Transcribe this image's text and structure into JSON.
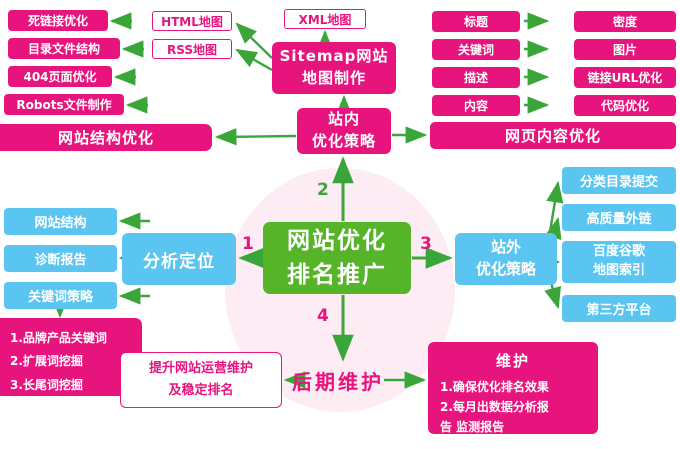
{
  "colors": {
    "magenta": "#e8147e",
    "green": "#55b427",
    "arrow_green": "#3aa63a",
    "sky_blue": "#5bc5f2",
    "halo_pink": "#fdecf3"
  },
  "center": {
    "line1": "网站优化",
    "line2": "排名推广"
  },
  "branch_numbers": {
    "one": "1",
    "two": "2",
    "three": "3",
    "four": "4"
  },
  "site_structure": {
    "items": [
      "死链接优化",
      "目录文件结构",
      "404页面优化",
      "Robots文件制作"
    ],
    "summary": "网站结构优化"
  },
  "sitemap": {
    "html_map": "HTML地图",
    "rss_map": "RSS地图",
    "xml_map": "XML地图",
    "title_line1": "Sitemap网站",
    "title_line2": "地图制作"
  },
  "onsite": {
    "line1": "站内",
    "line2": "优化策略"
  },
  "page_content": {
    "col1": [
      "标题",
      "关键词",
      "描述",
      "内容"
    ],
    "col2": [
      "密度",
      "图片",
      "链接URL优化",
      "代码优化"
    ],
    "summary": "网页内容优化"
  },
  "analysis": {
    "hub": "分析定位",
    "items": [
      "网站结构",
      "诊断报告",
      "关键词策略"
    ],
    "keyword_list": [
      "1.品牌产品关键词",
      "2.扩展词挖掘",
      "3.长尾词挖掘"
    ]
  },
  "offsite": {
    "line1": "站外",
    "line2": "优化策略",
    "item1": "分类目录提交",
    "item2": "高质量外链",
    "item3_line1": "百度谷歌",
    "item3_line2": "地图索引",
    "item4": "第三方平台"
  },
  "maintenance": {
    "label": "后期维护",
    "left_line1": "提升网站运营维护",
    "left_line2": "及稳定排名",
    "title": "维护",
    "lines": [
      "1.确保优化排名效果",
      "2.每月出数据分析报",
      "告  监测报告"
    ]
  }
}
